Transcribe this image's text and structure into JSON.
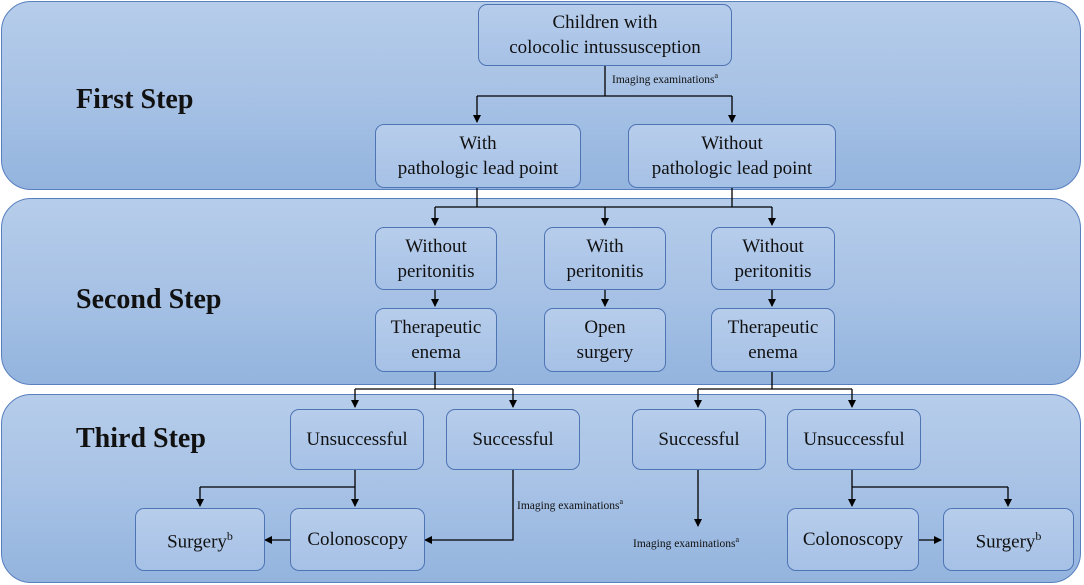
{
  "steps": {
    "first": "First Step",
    "second": "Second Step",
    "third": "Third Step"
  },
  "nodes": {
    "root": [
      "Children with",
      "colocolic intussusception"
    ],
    "with_lead": [
      "With",
      "pathologic lead point"
    ],
    "without_lead": [
      "Without",
      "pathologic lead point"
    ],
    "no_perit_left": [
      "Without",
      "peritonitis"
    ],
    "with_perit": [
      "With",
      "peritonitis"
    ],
    "no_perit_right": [
      "Without",
      "peritonitis"
    ],
    "enema_left": [
      "Therapeutic",
      "enema"
    ],
    "open_surgery": [
      "Open",
      "surgery"
    ],
    "enema_right": [
      "Therapeutic",
      "enema"
    ],
    "unsucc_left": "Unsuccessful",
    "succ_left": "Successful",
    "succ_right": "Successful",
    "unsucc_right": "Unsuccessful",
    "surgery_left": "Surgery",
    "colon_left": "Colonoscopy",
    "colon_right": "Colonoscopy",
    "surgery_right": "Surgery"
  },
  "footnote_marks": {
    "a": "a",
    "b": "b"
  },
  "edge_labels": {
    "imaging": "Imaging  examinations"
  },
  "colors": {
    "band_fill": "#a9c3e6",
    "band_border": "#5a7fbf",
    "node_border": "#4f74b4",
    "arrow": "#000000"
  }
}
